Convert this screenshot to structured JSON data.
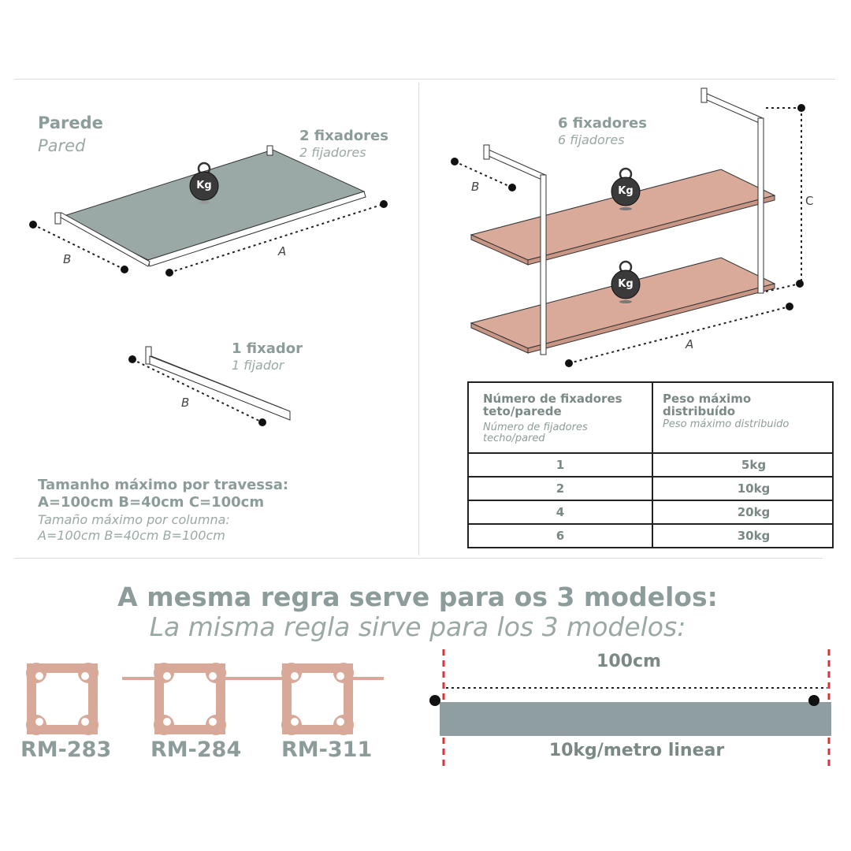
{
  "left_panel": {
    "wall_title": "Parede",
    "wall_subtitle": "Pared",
    "two_fixers_title": "2 fixadores",
    "two_fixers_subtitle": "2 fijadores",
    "one_fixer_title": "1 fixador",
    "one_fixer_subtitle": "1 fijador",
    "label_a": "A",
    "label_b": "B",
    "weight_icon_text": "Kg",
    "max_size_title": "Tamanho máximo por travessa:",
    "max_size_values": "A=100cm B=40cm C=100cm",
    "max_size_subtitle": "Tamaño máximo por columna:",
    "max_size_sub_values": "A=100cm B=40cm B=100cm"
  },
  "right_panel": {
    "six_fixers_title": "6 fixadores",
    "six_fixers_subtitle": "6 fijadores",
    "label_a": "A",
    "label_b": "B",
    "label_c": "C",
    "weight_icon_text": "Kg"
  },
  "table": {
    "col1_title": "Número de fixadores teto/parede",
    "col1_subtitle": "Número de fijadores techo/pared",
    "col2_title": "Peso máximo distribuído",
    "col2_subtitle": "Peso máximo distribuido",
    "rows": [
      {
        "fixers": "1",
        "weight": "5kg"
      },
      {
        "fixers": "2",
        "weight": "10kg"
      },
      {
        "fixers": "4",
        "weight": "20kg"
      },
      {
        "fixers": "6",
        "weight": "30kg"
      }
    ]
  },
  "bottom": {
    "rule_title": "A mesma regra serve para os 3 modelos:",
    "rule_subtitle": "La misma regla sirve para los 3 modelos:",
    "models": [
      "RM-283",
      "RM-284",
      "RM-311"
    ],
    "span_label": "100cm",
    "load_label": "10kg/metro linear"
  },
  "colors": {
    "glass_shelf": "#9aa8a6",
    "wood_shelf": "#d9a999",
    "profile_fill": "#d8a898",
    "bar": "#8f9ea0",
    "limit_line": "#d9323a",
    "heading": "#8c9c9a"
  }
}
